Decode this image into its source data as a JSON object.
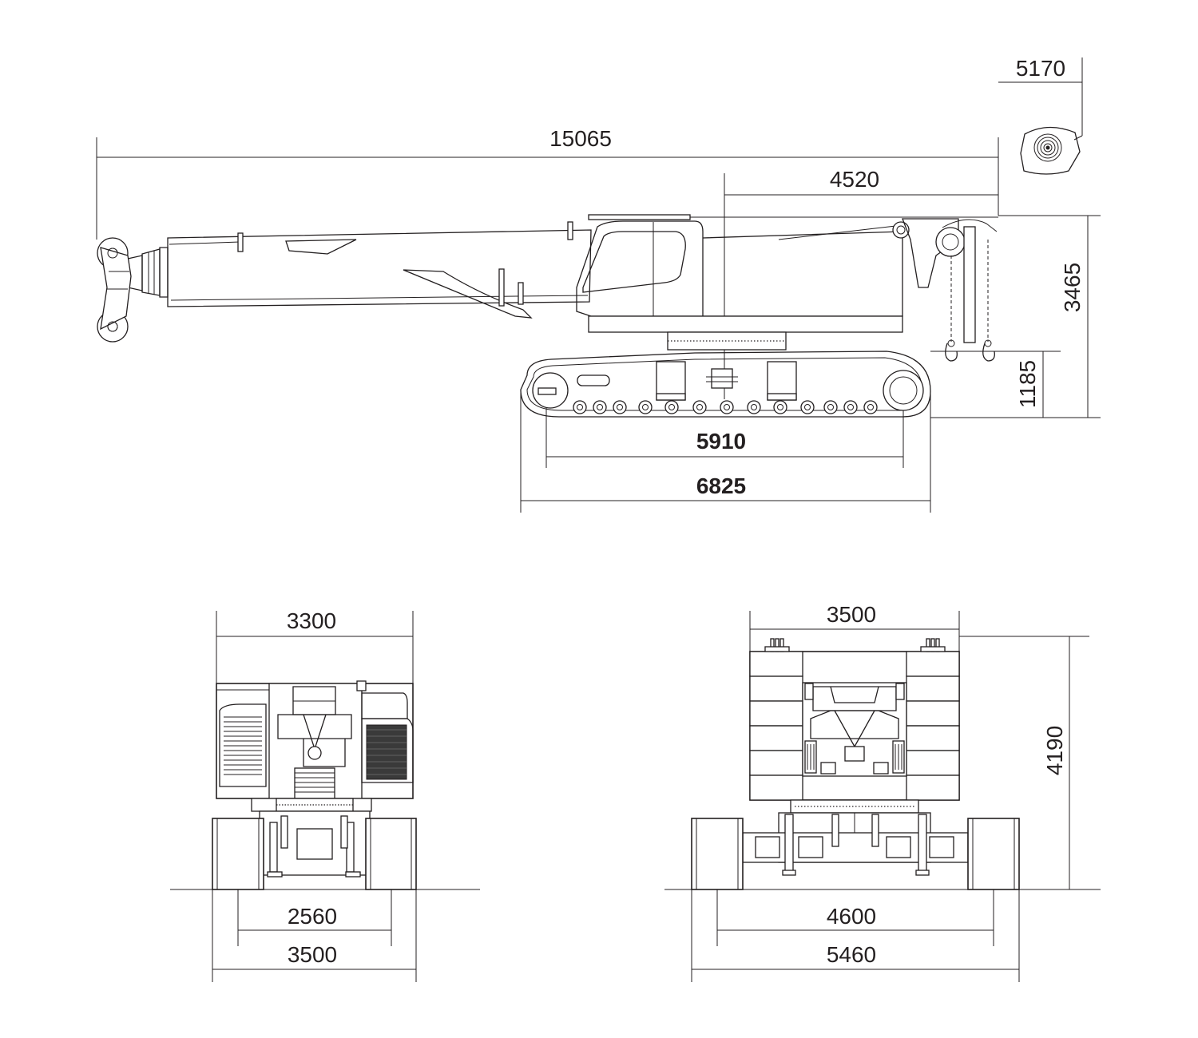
{
  "side_view": {
    "overall_length": "15065",
    "boom_head_dim": "5170",
    "rear_dim": "4520",
    "overall_height": "3465",
    "track_height": "1185",
    "tumbler_distance": "5910",
    "track_length": "6825"
  },
  "front_view": {
    "superstructure_width": "3300",
    "track_gauge": "2560",
    "overall_width": "3500"
  },
  "rear_view": {
    "counterweight_width": "3500",
    "height": "4190",
    "extended_gauge": "4600",
    "extended_width": "5460"
  }
}
